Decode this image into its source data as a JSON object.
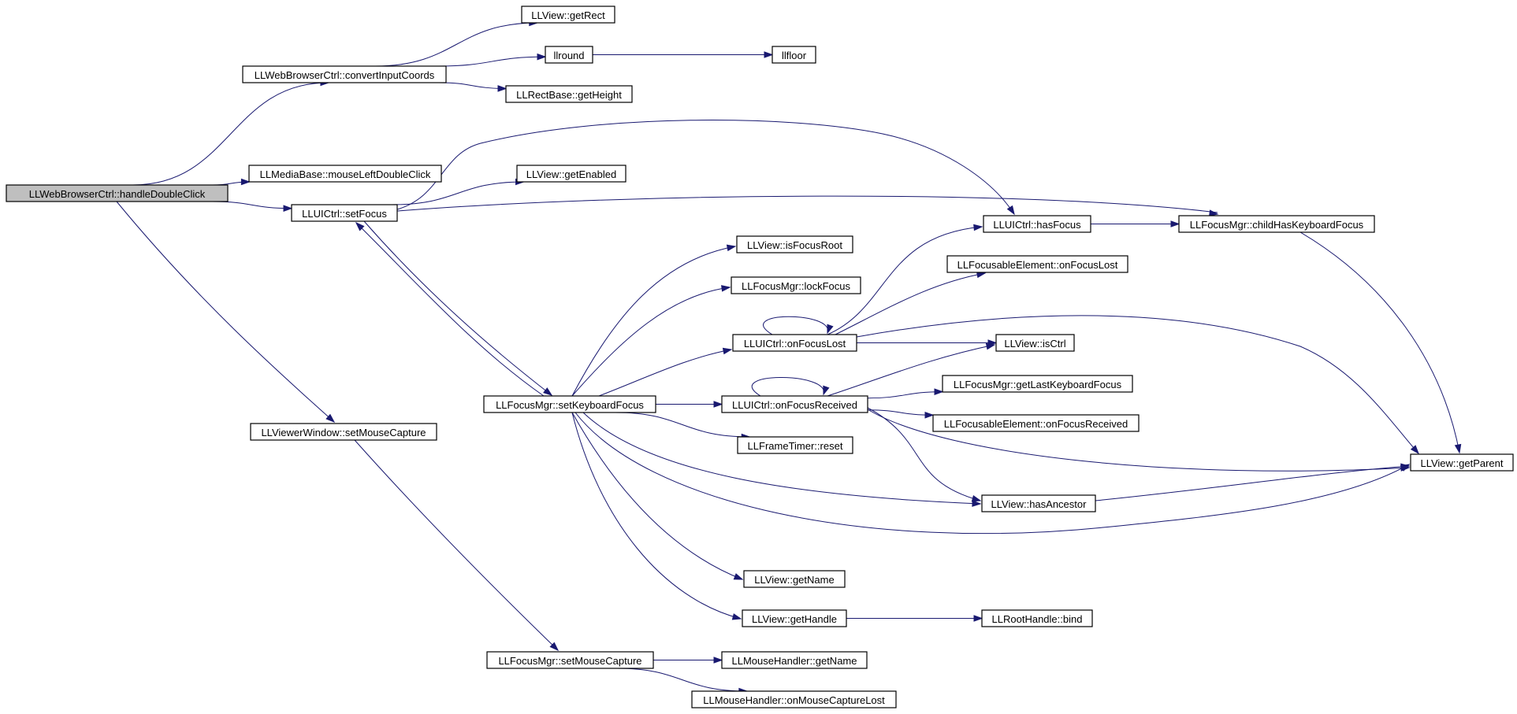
{
  "colors": {
    "edge": "#191970",
    "node_border": "#000000",
    "node_fill": "#ffffff",
    "root_fill": "#bfbfbf"
  },
  "nodes": [
    {
      "id": "root",
      "label": "LLWebBrowserCtrl::handleDoubleClick",
      "root": true
    },
    {
      "id": "convertInputCoords",
      "label": "LLWebBrowserCtrl::convertInputCoords"
    },
    {
      "id": "getRect",
      "label": "LLView::getRect"
    },
    {
      "id": "llround",
      "label": "llround"
    },
    {
      "id": "llfloor",
      "label": "llfloor"
    },
    {
      "id": "getHeight",
      "label": "LLRectBase::getHeight"
    },
    {
      "id": "mouseLeftDoubleClick",
      "label": "LLMediaBase::mouseLeftDoubleClick"
    },
    {
      "id": "getEnabled",
      "label": "LLView::getEnabled"
    },
    {
      "id": "setFocus",
      "label": "LLUICtrl::setFocus"
    },
    {
      "id": "hasFocus",
      "label": "LLUICtrl::hasFocus"
    },
    {
      "id": "childHasKeyboardFocus",
      "label": "LLFocusMgr::childHasKeyboardFocus"
    },
    {
      "id": "isFocusRoot",
      "label": "LLView::isFocusRoot"
    },
    {
      "id": "onFocusLost_fe",
      "label": "LLFocusableElement::onFocusLost"
    },
    {
      "id": "lockFocus",
      "label": "LLFocusMgr::lockFocus"
    },
    {
      "id": "onFocusLost",
      "label": "LLUICtrl::onFocusLost"
    },
    {
      "id": "isCtrl",
      "label": "LLView::isCtrl"
    },
    {
      "id": "getLastKeyboardFocus",
      "label": "LLFocusMgr::getLastKeyboardFocus"
    },
    {
      "id": "setKeyboardFocus",
      "label": "LLFocusMgr::setKeyboardFocus"
    },
    {
      "id": "onFocusReceived",
      "label": "LLUICtrl::onFocusReceived"
    },
    {
      "id": "onFocusReceived_fe",
      "label": "LLFocusableElement::onFocusReceived"
    },
    {
      "id": "setMouseCapture_vw",
      "label": "LLViewerWindow::setMouseCapture"
    },
    {
      "id": "reset",
      "label": "LLFrameTimer::reset"
    },
    {
      "id": "getParent",
      "label": "LLView::getParent"
    },
    {
      "id": "hasAncestor",
      "label": "LLView::hasAncestor"
    },
    {
      "id": "getName",
      "label": "LLView::getName"
    },
    {
      "id": "getHandle",
      "label": "LLView::getHandle"
    },
    {
      "id": "bind",
      "label": "LLRootHandle::bind"
    },
    {
      "id": "setMouseCapture_fm",
      "label": "LLFocusMgr::setMouseCapture"
    },
    {
      "id": "mh_getName",
      "label": "LLMouseHandler::getName"
    },
    {
      "id": "onMouseCaptureLost",
      "label": "LLMouseHandler::onMouseCaptureLost"
    }
  ],
  "edges": [
    [
      "root",
      "convertInputCoords"
    ],
    [
      "root",
      "mouseLeftDoubleClick"
    ],
    [
      "root",
      "setFocus"
    ],
    [
      "root",
      "setMouseCapture_vw"
    ],
    [
      "convertInputCoords",
      "getRect"
    ],
    [
      "convertInputCoords",
      "llround"
    ],
    [
      "convertInputCoords",
      "getHeight"
    ],
    [
      "llround",
      "llfloor"
    ],
    [
      "setFocus",
      "getEnabled"
    ],
    [
      "setFocus",
      "hasFocus"
    ],
    [
      "setFocus",
      "childHasKeyboardFocus"
    ],
    [
      "setFocus",
      "setKeyboardFocus"
    ],
    [
      "setKeyboardFocus",
      "setFocus"
    ],
    [
      "hasFocus",
      "childHasKeyboardFocus"
    ],
    [
      "childHasKeyboardFocus",
      "getParent"
    ],
    [
      "setKeyboardFocus",
      "isFocusRoot"
    ],
    [
      "setKeyboardFocus",
      "lockFocus"
    ],
    [
      "setKeyboardFocus",
      "onFocusLost"
    ],
    [
      "setKeyboardFocus",
      "onFocusReceived"
    ],
    [
      "setKeyboardFocus",
      "reset"
    ],
    [
      "setKeyboardFocus",
      "hasAncestor"
    ],
    [
      "setKeyboardFocus",
      "getParent"
    ],
    [
      "setKeyboardFocus",
      "getName"
    ],
    [
      "setKeyboardFocus",
      "getHandle"
    ],
    [
      "onFocusLost",
      "onFocusLost"
    ],
    [
      "onFocusLost",
      "hasFocus"
    ],
    [
      "onFocusLost",
      "onFocusLost_fe"
    ],
    [
      "onFocusLost",
      "isCtrl"
    ],
    [
      "onFocusLost",
      "getParent"
    ],
    [
      "onFocusReceived",
      "onFocusReceived"
    ],
    [
      "onFocusReceived",
      "isCtrl"
    ],
    [
      "onFocusReceived",
      "getLastKeyboardFocus"
    ],
    [
      "onFocusReceived",
      "onFocusReceived_fe"
    ],
    [
      "onFocusReceived",
      "hasAncestor"
    ],
    [
      "onFocusReceived",
      "getParent"
    ],
    [
      "hasAncestor",
      "getParent"
    ],
    [
      "getHandle",
      "bind"
    ],
    [
      "setMouseCapture_vw",
      "setMouseCapture_fm"
    ],
    [
      "setMouseCapture_fm",
      "mh_getName"
    ],
    [
      "setMouseCapture_fm",
      "onMouseCaptureLost"
    ]
  ]
}
